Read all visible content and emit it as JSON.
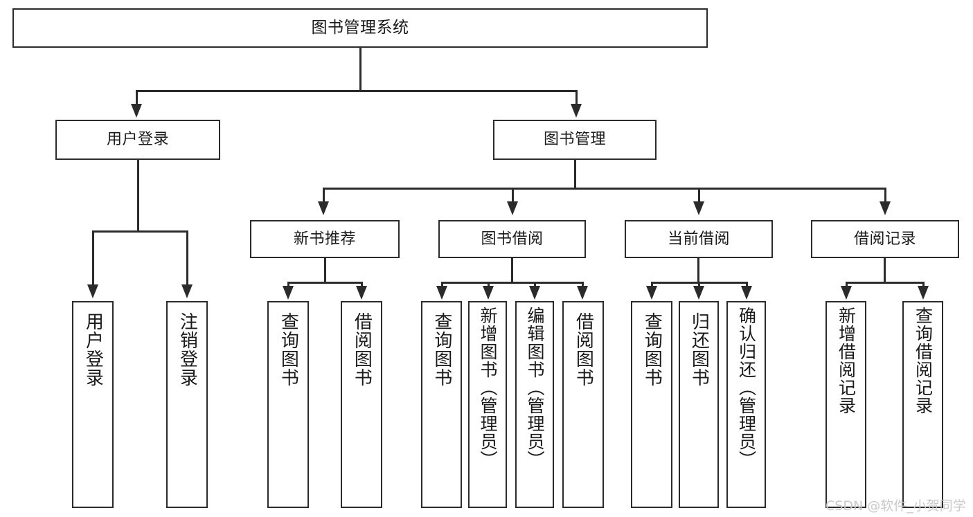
{
  "diagram": {
    "title": "图书管理系统",
    "type": "tree",
    "root": {
      "id": "root",
      "label": "图书管理系统"
    },
    "level2": [
      {
        "id": "user-login",
        "label": "用户登录"
      },
      {
        "id": "book-manage",
        "label": "图书管理"
      }
    ],
    "level3": [
      {
        "id": "new-book-recommend",
        "label": "新书推荐"
      },
      {
        "id": "book-borrow",
        "label": "图书借阅"
      },
      {
        "id": "current-borrow",
        "label": "当前借阅"
      },
      {
        "id": "borrow-record",
        "label": "借阅记录"
      }
    ],
    "leaves": {
      "user_login": [
        {
          "id": "leaf-user-login",
          "label": "用户登录"
        },
        {
          "id": "leaf-logout-login",
          "label": "注销登录"
        }
      ],
      "new_book_recommend": [
        {
          "id": "leaf-query-book-1",
          "label": "查询图书"
        },
        {
          "id": "leaf-borrow-book-1",
          "label": "借阅图书"
        }
      ],
      "book_borrow": [
        {
          "id": "leaf-query-book-2",
          "label": "查询图书"
        },
        {
          "id": "leaf-add-book",
          "label": "新增图书（管理员）"
        },
        {
          "id": "leaf-edit-book",
          "label": "编辑图书（管理员）"
        },
        {
          "id": "leaf-borrow-book-2",
          "label": "借阅图书"
        }
      ],
      "current_borrow": [
        {
          "id": "leaf-query-book-3",
          "label": "查询图书"
        },
        {
          "id": "leaf-return-book",
          "label": "归还图书"
        },
        {
          "id": "leaf-confirm-return",
          "label": "确认归还（管理员）"
        }
      ],
      "borrow_record": [
        {
          "id": "leaf-add-borrow-record",
          "label": "新增借阅记录"
        },
        {
          "id": "leaf-query-borrow-record",
          "label": "查询借阅记录"
        }
      ]
    }
  },
  "watermark": {
    "text": "CSDN @软件_小贺同学"
  },
  "colors": {
    "stroke": "#2b2b2b",
    "fill": "#ffffff",
    "text": "#1a1a1a",
    "watermark": "#c9c9c9"
  }
}
